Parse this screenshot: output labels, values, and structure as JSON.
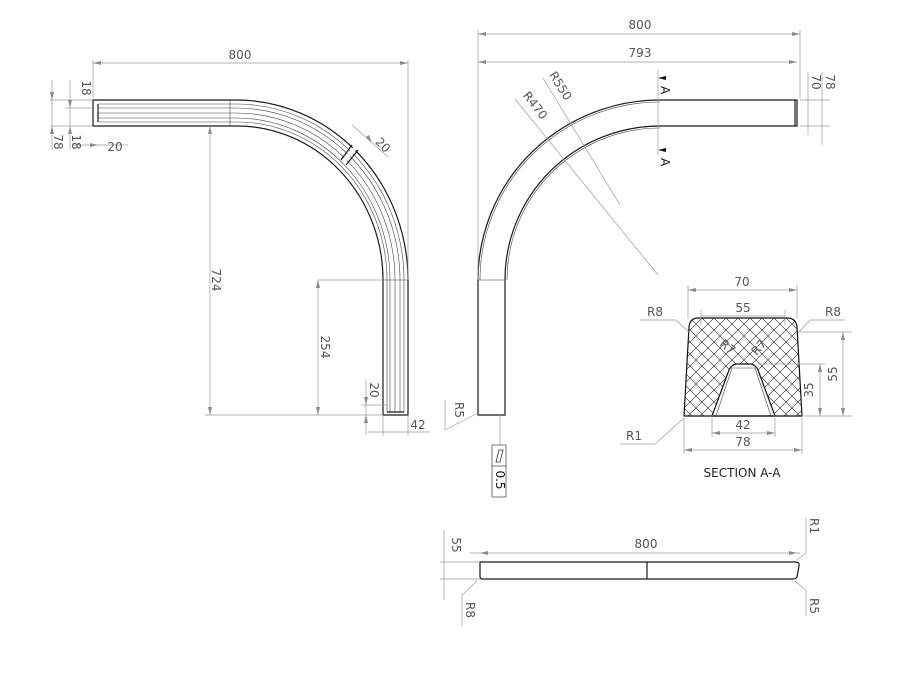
{
  "front_view": {
    "dim_width": "800",
    "dim_height": "724",
    "dim_straight": "254",
    "dim_end_gap": "20",
    "dim_left_gap": "20",
    "dim_bottom_gap": "20",
    "dim_top_18": "18",
    "dim_bottom_18": "18",
    "dim_78": "78",
    "dim_42": "42"
  },
  "top_view": {
    "dim_overall": "800",
    "dim_inner": "793",
    "radius_outer": "R550",
    "radius_inner": "R470",
    "dim_70": "70",
    "dim_78": "78",
    "section_mark": "A",
    "radius_corner": "R5",
    "flatness_value": "0.5"
  },
  "section": {
    "title": "SECTION A-A",
    "dim_top": "70",
    "dim_top_inner": "55",
    "dim_channel": "42",
    "dim_base": "78",
    "dim_channel_height": "35",
    "dim_height": "55",
    "radius_left": "R8",
    "radius_right": "R8",
    "radius_inner_left": "R7",
    "radius_inner_right": "R7",
    "radius_base": "R1"
  },
  "side_view": {
    "dim_length": "800",
    "dim_height": "55",
    "radius_r8": "R8",
    "radius_r1": "R1",
    "radius_r5": "R5"
  }
}
